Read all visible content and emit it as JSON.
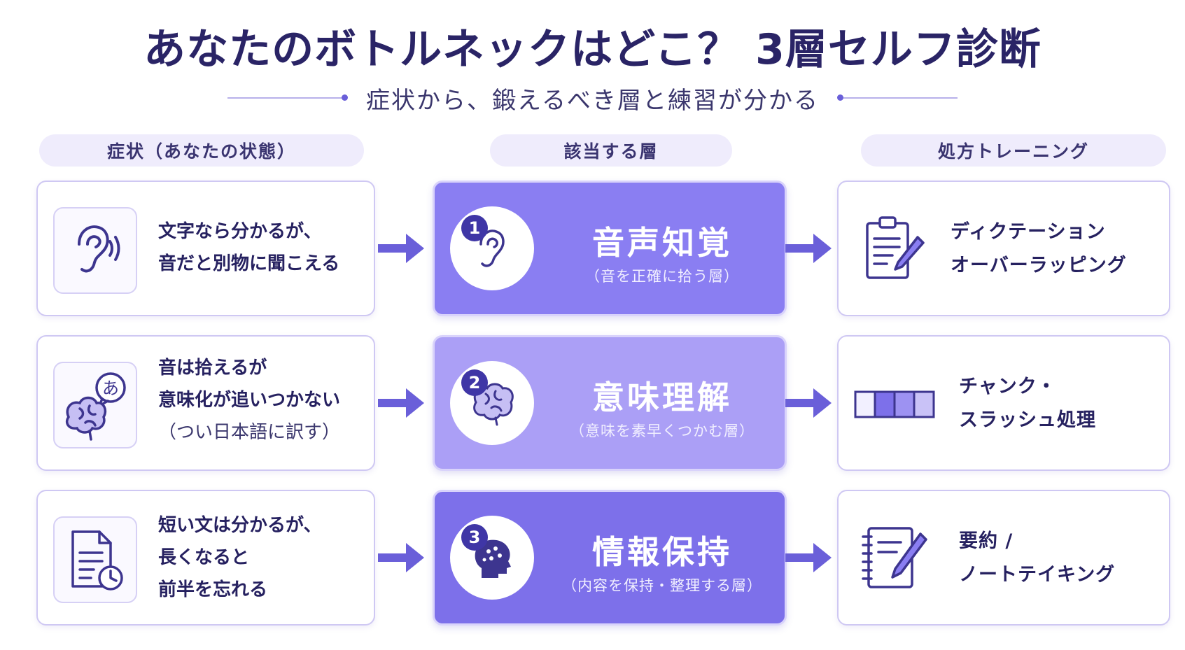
{
  "title": "あなたのボトルネックはどこ？ 3層セルフ診断",
  "subtitle": "症状から、鍛えるべき層と練習が分かる",
  "headers": {
    "symptom": "症状（あなたの状態）",
    "layer": "該当する層",
    "training": "処方トレーニング"
  },
  "rows": [
    {
      "symptom": [
        "文字なら分かるが、",
        "音だと別物に聞こえる"
      ],
      "symptom_icon": "ear-sound-icon",
      "layer_number": "1",
      "layer_name": "音声知覚",
      "layer_desc": "（音を正確に拾う層）",
      "layer_icon": "ear-icon",
      "training": [
        "ディクテーション",
        "オーバーラッピング"
      ],
      "training_icon": "clipboard-pen-icon"
    },
    {
      "symptom": [
        "音は拾えるが",
        "意味化が追いつかない"
      ],
      "symptom_note": "（つい日本語に訳す）",
      "symptom_icon": "brain-speech-icon",
      "speech_char": "あ",
      "layer_number": "2",
      "layer_name": "意味理解",
      "layer_desc": "（意味を素早くつかむ層）",
      "layer_icon": "brain-icon",
      "training": [
        "チャンク・",
        "スラッシュ処理"
      ],
      "training_icon": "chunk-blocks-icon"
    },
    {
      "symptom": [
        "短い文は分かるが、",
        "長くなると",
        "前半を忘れる"
      ],
      "symptom_icon": "document-clock-icon",
      "layer_number": "3",
      "layer_name": "情報保持",
      "layer_desc": "（内容を保持・整理する層）",
      "layer_icon": "head-memory-icon",
      "training": [
        "要約 /",
        "ノートテイキング"
      ],
      "training_icon": "notebook-pen-icon"
    }
  ],
  "colors": {
    "layer1": "#8a7ef2",
    "layer2": "#ab9ff6",
    "layer3": "#7d70ea",
    "arrow": "#6a5fd9",
    "title": "#2a2466"
  }
}
